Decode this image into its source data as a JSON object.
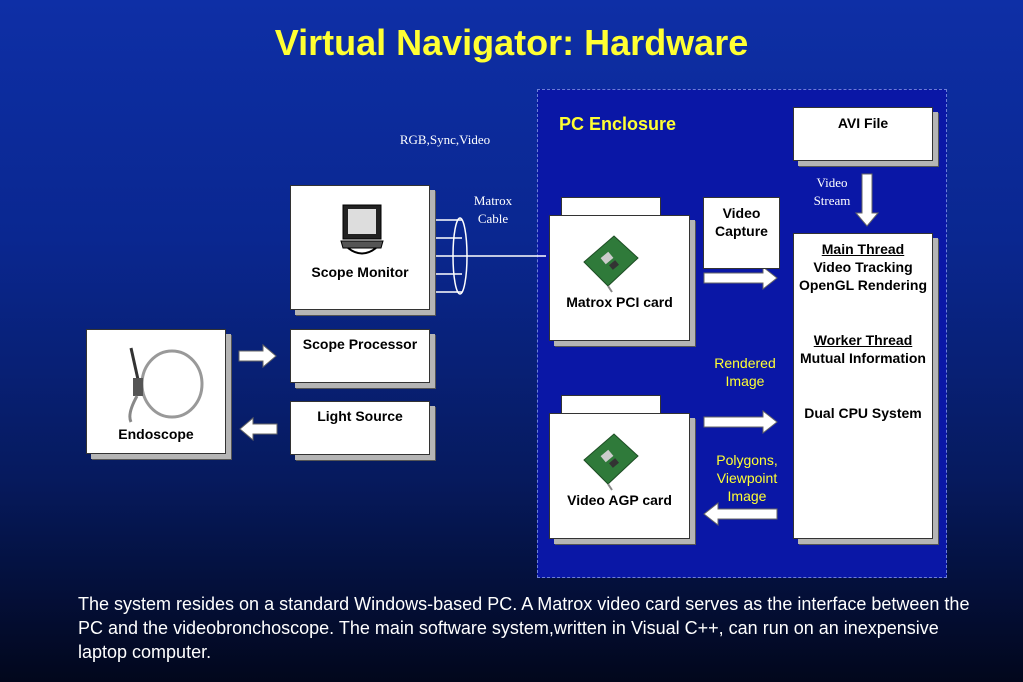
{
  "title": "Virtual Navigator:  Hardware",
  "enclosure": {
    "label": "PC Enclosure"
  },
  "labels": {
    "rgb": "RGB,Sync,Video",
    "matrox_cable_1": "Matrox",
    "matrox_cable_2": "Cable",
    "video_stream_1": "Video",
    "video_stream_2": "Stream",
    "rendered_1": "Rendered",
    "rendered_2": "Image",
    "polygons_1": "Polygons,",
    "polygons_2": "Viewpoint",
    "polygons_3": "Image"
  },
  "boxes": {
    "scope_monitor": "Scope Monitor",
    "scope_processor": "Scope Processor",
    "light_source": "Light Source",
    "endoscope": "Endoscope",
    "matrox_pci": "Matrox PCI card",
    "video_agp": "Video AGP card",
    "video_capture_1": "Video",
    "video_capture_2": "Capture",
    "avi_file": "AVI File"
  },
  "main_box": {
    "main_thread": "Main Thread",
    "video_tracking": "Video Tracking",
    "opengl": "OpenGL Rendering",
    "worker_thread": "Worker Thread",
    "mutual_info": "Mutual Information",
    "dual_cpu": "Dual CPU System"
  },
  "caption": "The system resides on a standard Windows-based PC.  A Matrox video card serves as the interface between the PC and the videobronchoscope.  The main software system,written in Visual C++, can run on an inexpensive laptop computer.",
  "colors": {
    "title": "#ffff33",
    "background": "#0a2790",
    "enclosure": "#0a17a6"
  }
}
